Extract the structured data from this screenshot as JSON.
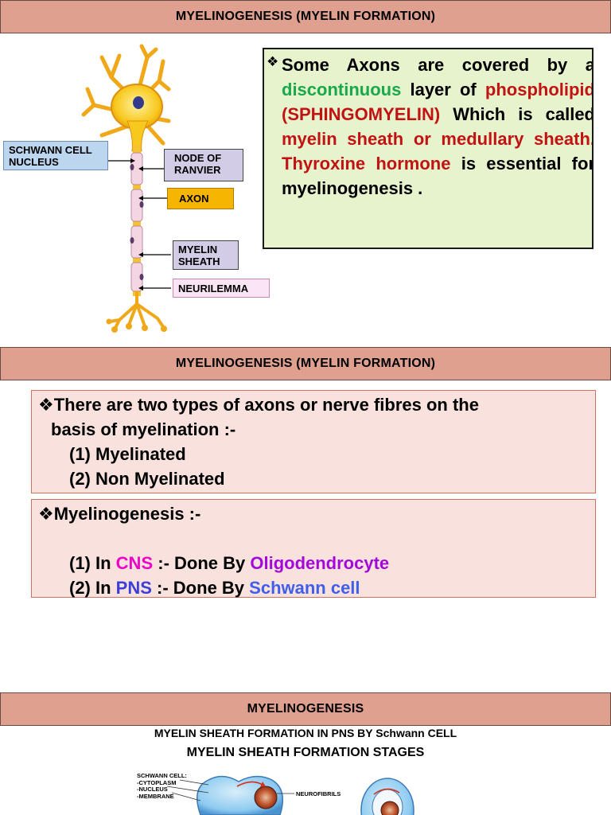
{
  "slide1": {
    "banner": "MYELINOGENESIS (MYELIN FORMATION)",
    "labels": {
      "schwann_line1": "SCHWANN CELL",
      "schwann_line2": "NUCLEUS",
      "node_line1": "NODE OF",
      "node_line2": "RANVIER",
      "axon": "AXON",
      "myelin_line1": "MYELIN",
      "myelin_line2": "SHEATH",
      "neurilemma": "NEURILEMMA"
    },
    "text": {
      "bullet": "❖",
      "p1": "Some Axons are covered by a ",
      "p2": "discontinuous",
      "p3": " layer of ",
      "p4": "phospholipid (SPHINGOMYELIN)",
      "p5": " Which is called ",
      "p6": "myelin sheath or medullary sheath. Thyroxine hormone",
      "p7": " is essential for myelinogenesis ."
    },
    "colors": {
      "banner": "#e0a090",
      "box": "#e6f3cd",
      "green": "#19a84a",
      "red": "#c21313",
      "axon_label": "#f6b500"
    }
  },
  "slide2": {
    "banner": "MYELINOGENESIS (MYELIN FORMATION)",
    "box1": {
      "line1": "❖There are two types of axons or nerve fibres on the",
      "line2": "basis of myelination :-",
      "item1": "(1)  Myelinated",
      "item2": "(2)  Non Myelinated"
    },
    "box2": {
      "line1": "❖Myelinogenesis :-",
      "item1_prefix": "(1)  In ",
      "item1_cns": "CNS",
      "item1_mid": " :- Done By ",
      "item1_cell": "Oligodendrocyte",
      "item2_prefix": "(2)  In ",
      "item2_pns": "PNS",
      "item2_mid": " :- Done By ",
      "item2_cell": "Schwann cell"
    },
    "colors": {
      "box": "#f9e2de",
      "cns": "#ee00c8",
      "oligo": "#a30ad8",
      "pns": "#3c3ed8",
      "schwann": "#3f5fe8"
    }
  },
  "slide3": {
    "banner": "MYELINOGENESIS",
    "subtitle1": "MYELIN SHEATH FORMATION IN PNS BY Schwann CELL",
    "subtitle2": "MYELIN SHEATH FORMATION STAGES",
    "legend": {
      "l1": "SCHWANN CELL:",
      "l2": "-CYTOPLASM",
      "l3": "-NUCLEUS",
      "l4": "-MEMBRANE"
    },
    "neurofibrils": "NEUROFIBRILS"
  }
}
